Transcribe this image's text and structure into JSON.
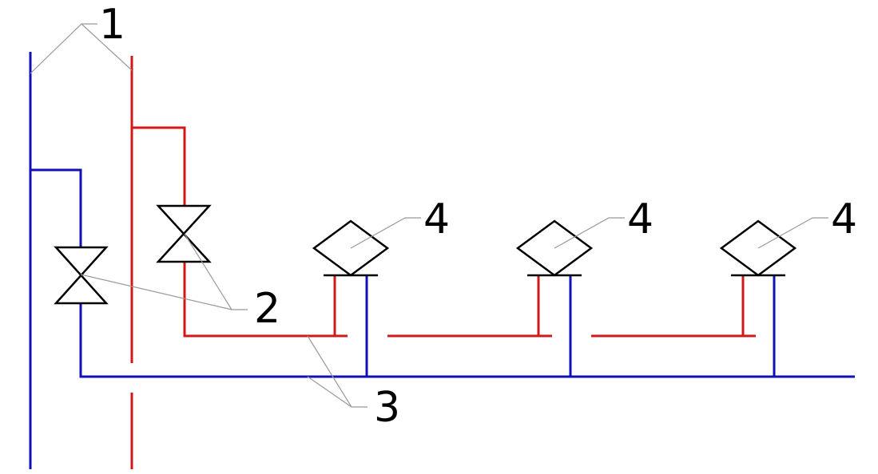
{
  "labels": {
    "riser": "1",
    "valve": "2",
    "pipe": "3",
    "meter_1": "4",
    "meter_2": "4",
    "meter_3": "4"
  },
  "colors": {
    "cold_pipe": "#1010b8",
    "hot_pipe": "#d01818",
    "leader": "#999999",
    "symbol": "#000000"
  }
}
